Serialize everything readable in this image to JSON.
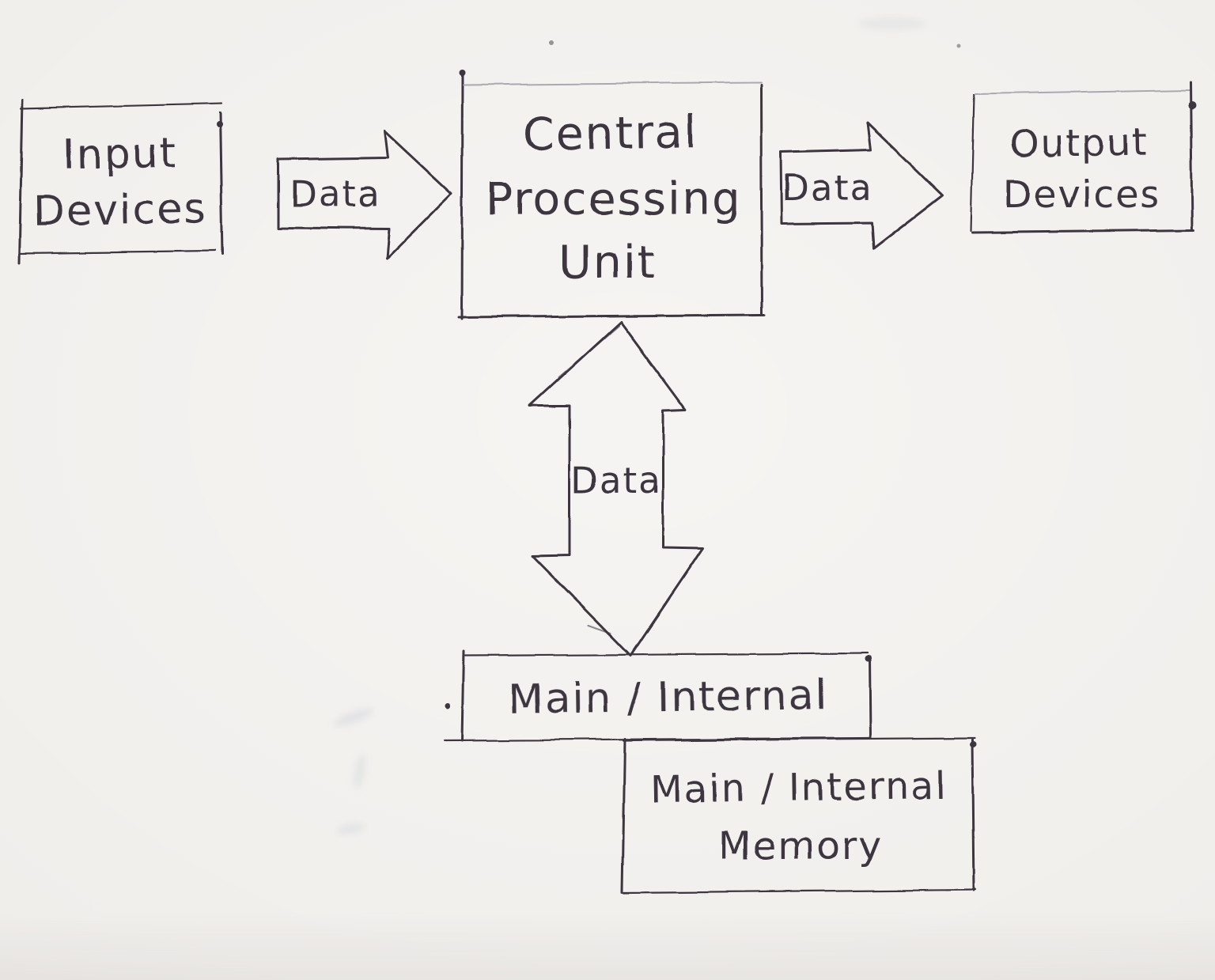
{
  "diagram": {
    "type": "hand-drawn-flow-diagram",
    "subject": "Computer data flow between devices, CPU and memory",
    "colors": {
      "paper": "#f1efec",
      "ink": "#3c3640"
    },
    "nodes": {
      "input": {
        "lines": [
          "Input",
          "Devices"
        ]
      },
      "cpu": {
        "lines": [
          "Central",
          "Processing",
          "Unit"
        ]
      },
      "output": {
        "lines": [
          "Output",
          "Devices"
        ]
      },
      "main_internal": {
        "lines": [
          "Main / Internal"
        ]
      },
      "main_internal_memory": {
        "lines": [
          "Main / Internal",
          "Memory"
        ]
      }
    },
    "arrows": {
      "input_to_cpu": {
        "label": "Data",
        "direction": "right",
        "from": "input",
        "to": "cpu"
      },
      "cpu_to_output": {
        "label": "Data",
        "direction": "right",
        "from": "cpu",
        "to": "output"
      },
      "cpu_to_memory": {
        "label": "Data",
        "direction": "bidirectional-vertical",
        "from": "cpu",
        "to": "main_internal"
      }
    }
  }
}
